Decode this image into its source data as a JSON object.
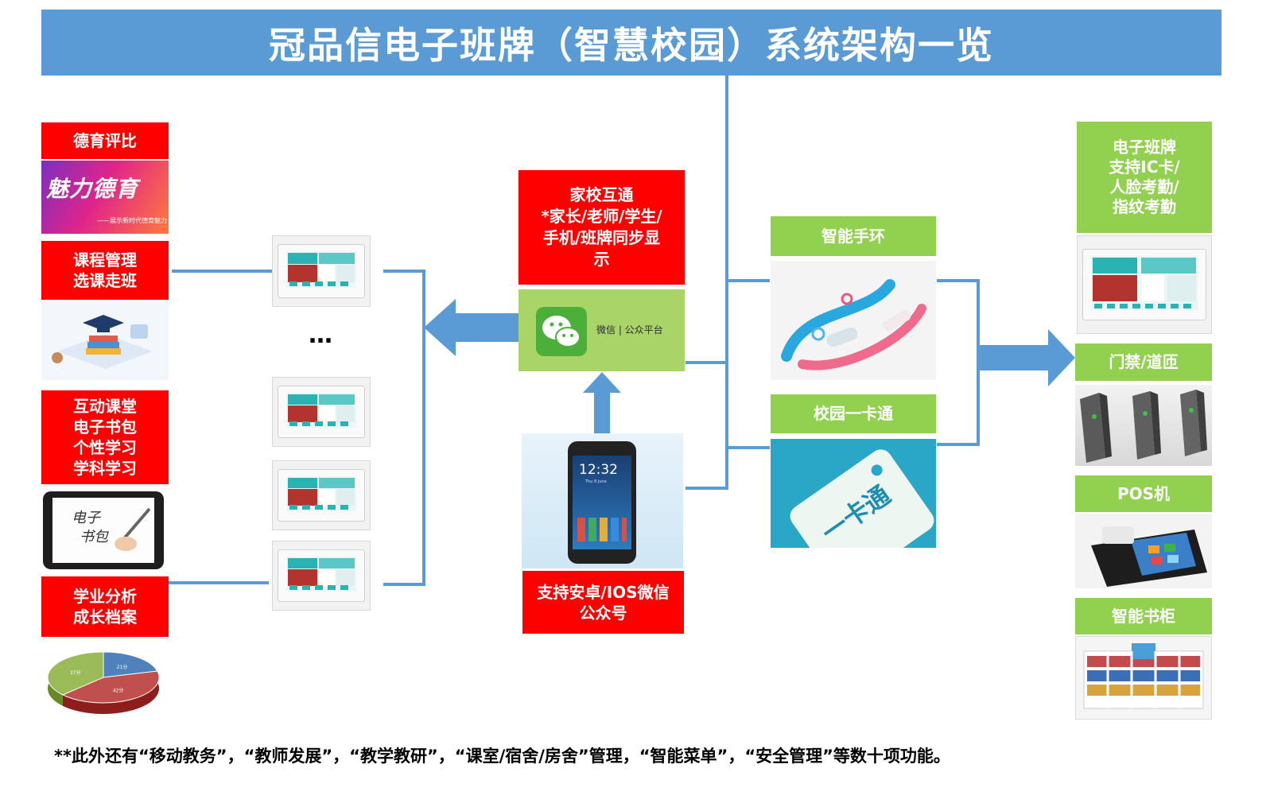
{
  "title": "冠品信电子班牌（智慧校园）系统架构一览",
  "left": {
    "moral": "德育评比",
    "moral_banner_big": "魅力德育",
    "moral_banner_small": "——展示新时代德育魅力",
    "course": [
      "课程管理",
      "选课走班"
    ],
    "interactive": [
      "互动课堂",
      "电子书包",
      "个性学习",
      "学科学习"
    ],
    "ebook_handwriting": [
      "电子",
      "书包"
    ],
    "analysis": [
      "学业分析",
      "成长档案"
    ],
    "pie": {
      "values": [
        21,
        42,
        37
      ],
      "labels": [
        "21分",
        "42分",
        "37分"
      ],
      "colors": [
        "#4f81bd",
        "#c0504d",
        "#9bbb59"
      ]
    }
  },
  "middle": {
    "ellipsis": "…",
    "home_school": [
      "家校互通",
      "*家长/老师/学生/",
      "手机/班牌同步显",
      "示"
    ],
    "wechat_label": "微信 | 公众平台",
    "phone_time": "12:32",
    "phone_date": "Thu 8 June",
    "support": [
      "支持安卓/IOS微信",
      "公众号"
    ]
  },
  "devices": {
    "band": "智能手环",
    "card": "校园一卡通",
    "card_text": "一卡通"
  },
  "right": {
    "board": [
      "电子班牌",
      "支持IC卡/",
      "人脸考勤/",
      "指纹考勤"
    ],
    "gate": "门禁/道匝",
    "pos": "POS机",
    "bookcase": "智能书柜"
  },
  "footer": "**此外还有“移动教务”，“教师发展”，“教学教研”，“课室/宿舍/房舍”管理，“智能菜单”，“安全管理”等数十项功能。",
  "colors": {
    "title_blue": "#5b9bd5",
    "red": "#ff0000",
    "green": "#92d050",
    "connector": "#5b9bd5"
  }
}
